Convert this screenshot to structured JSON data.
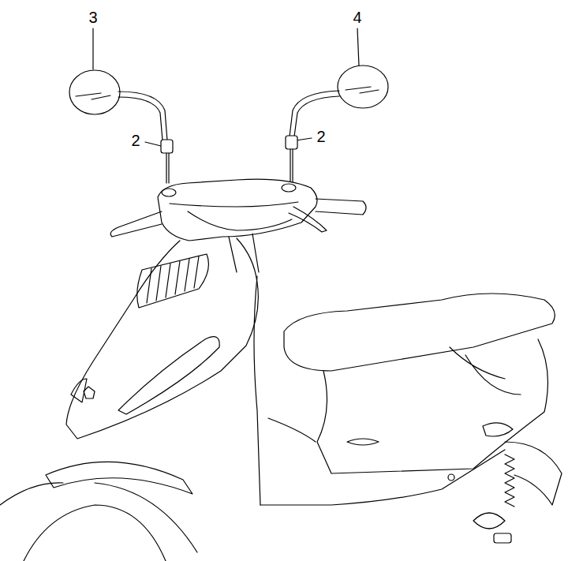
{
  "diagram": {
    "labels": [
      "3",
      "4",
      "2",
      "2"
    ]
  }
}
